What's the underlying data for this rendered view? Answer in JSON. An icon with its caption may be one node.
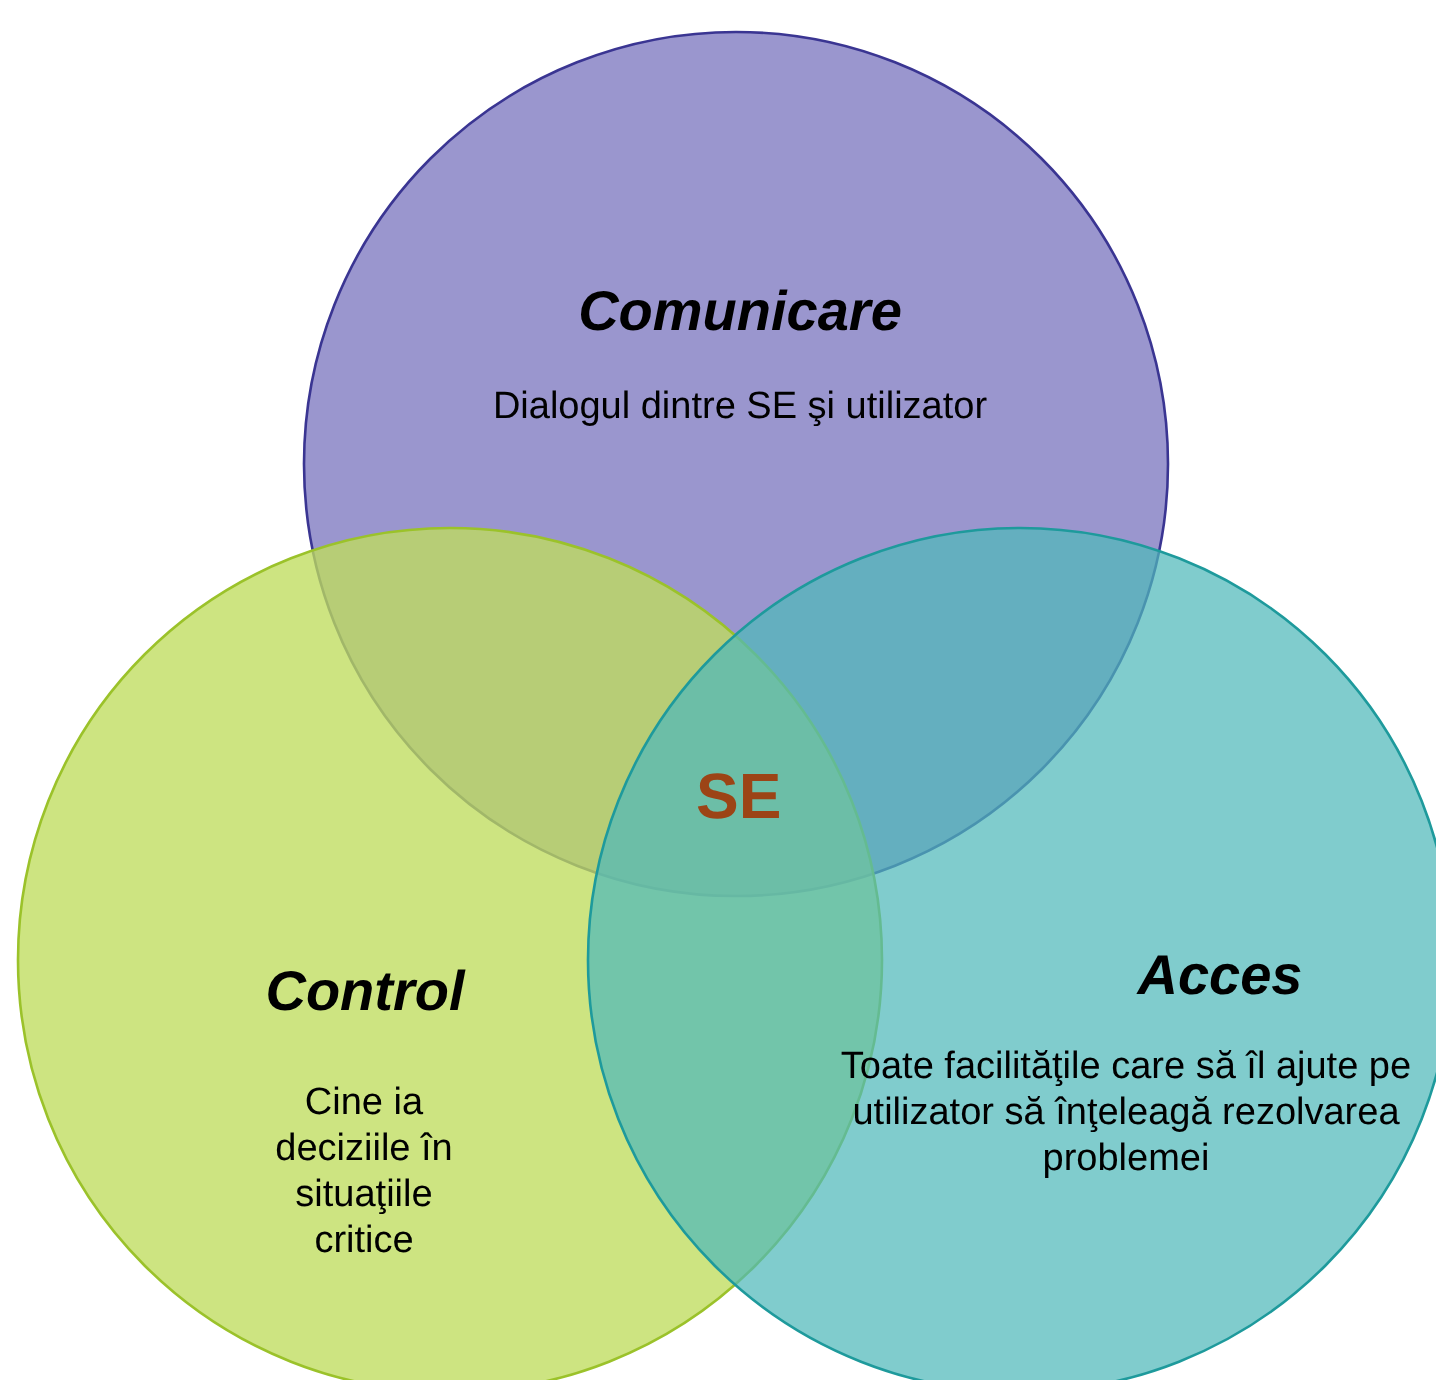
{
  "diagram": {
    "nodes": [
      {
        "text": [
          "Comunicare",
          "Dialogul dintre SE şi utilizator"
        ]
      },
      {
        "text": [
          "Control",
          "Cine ia deciziile în situaţiile critice"
        ]
      },
      {
        "text": [
          "Acces",
          "Toate facilităţile care să îl ajute pe utilizator să înţeleagă rezolvarea problemei"
        ]
      }
    ],
    "labels": [
      "SE"
    ]
  }
}
